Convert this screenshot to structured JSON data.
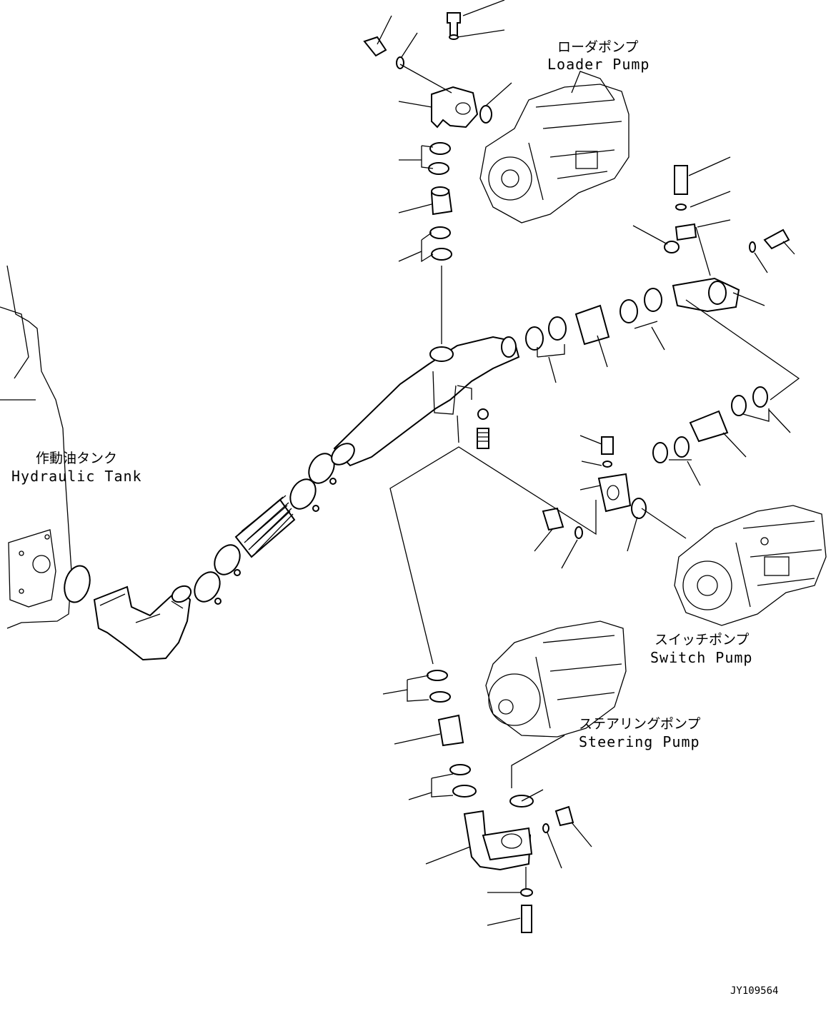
{
  "labels": {
    "loader_pump_jp": "ローダポンプ",
    "loader_pump_en": "Loader Pump",
    "hydraulic_tank_jp": "作動油タンク",
    "hydraulic_tank_en": "Hydraulic Tank",
    "switch_pump_jp": "スイッチポンプ",
    "switch_pump_en": "Switch Pump",
    "steering_pump_jp": "ステアリングポンプ",
    "steering_pump_en": "Steering Pump"
  },
  "drawing_code": "JY109564"
}
